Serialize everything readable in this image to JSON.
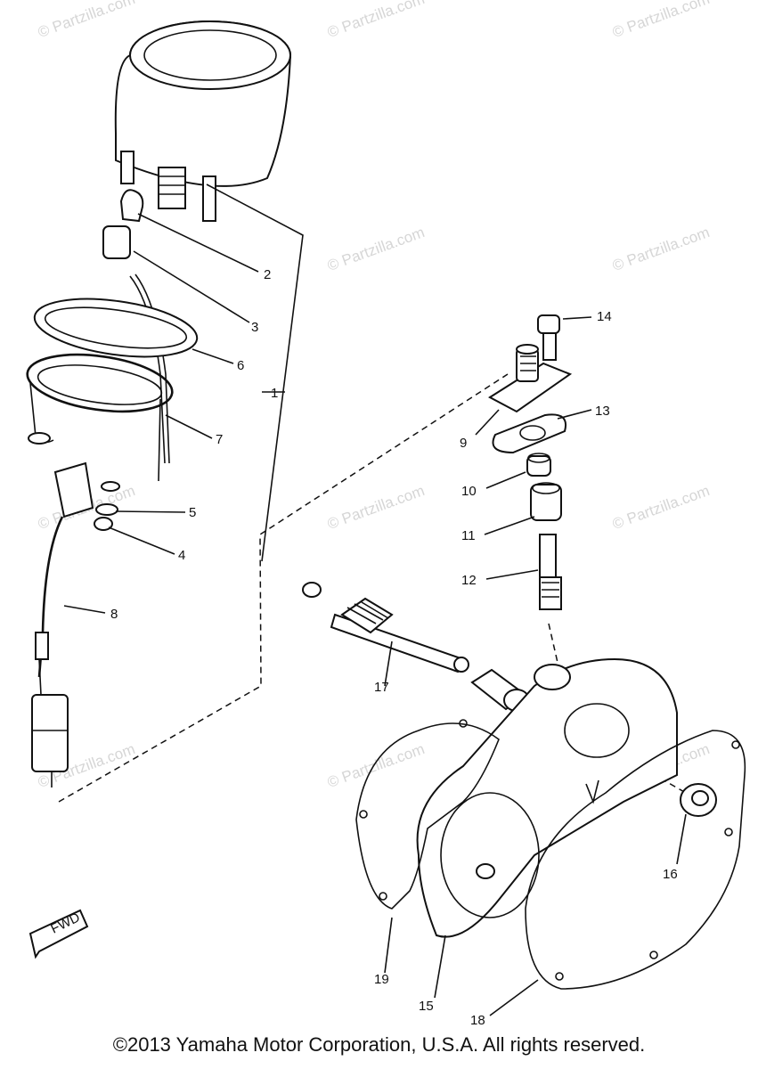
{
  "watermark": "© Partzilla.com",
  "fwd_label": "FWD",
  "copyright": "©2013 Yamaha Motor Corporation, U.S.A. All rights reserved.",
  "callouts": [
    "1",
    "2",
    "3",
    "4",
    "5",
    "6",
    "7",
    "8",
    "9",
    "10",
    "11",
    "12",
    "13",
    "14",
    "15",
    "16",
    "17",
    "18",
    "19"
  ]
}
